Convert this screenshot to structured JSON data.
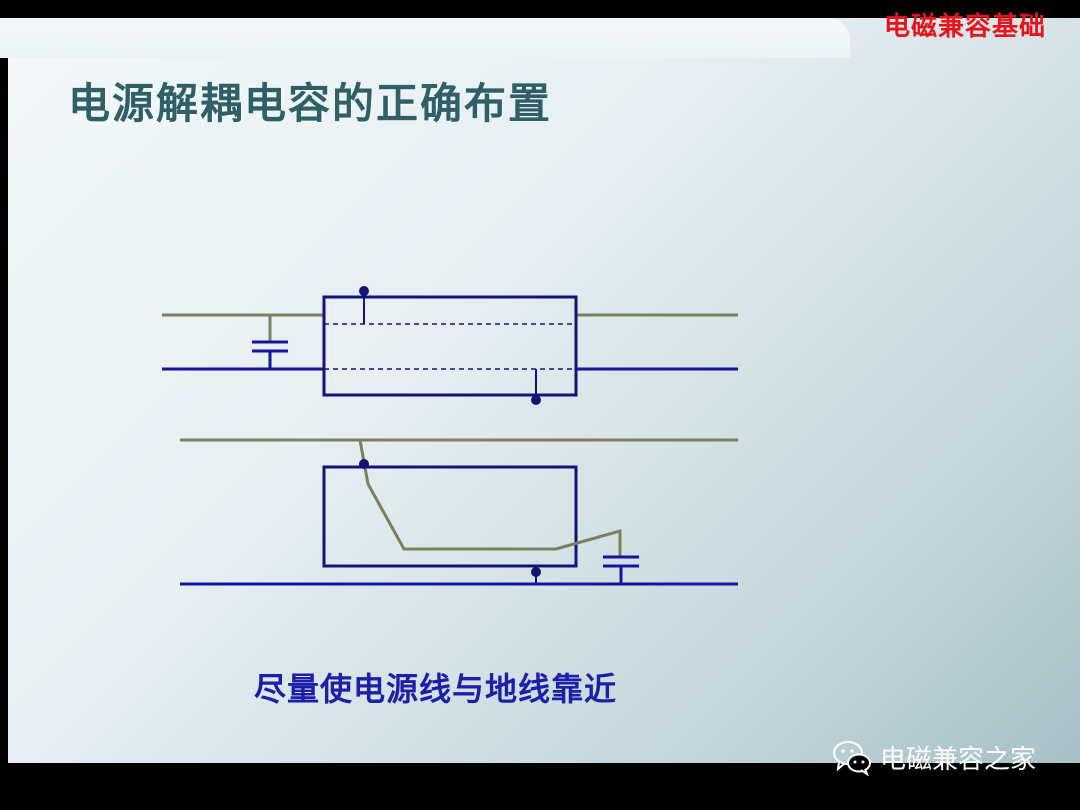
{
  "header": {
    "brand": "电磁兼容基础"
  },
  "slide": {
    "title": "电源解耦电容的正确布置",
    "caption": "尽量使电源线与地线靠近"
  },
  "watermark": {
    "icon": "wechat-icon",
    "text": "电磁兼容之家"
  },
  "colors": {
    "power_line": "#7a8060",
    "ground_line": "#14149e",
    "component_outline": "#141478",
    "brand_text": "#e8141c",
    "title_text": "#2f5f67",
    "caption_text": "#1e1ea8"
  }
}
